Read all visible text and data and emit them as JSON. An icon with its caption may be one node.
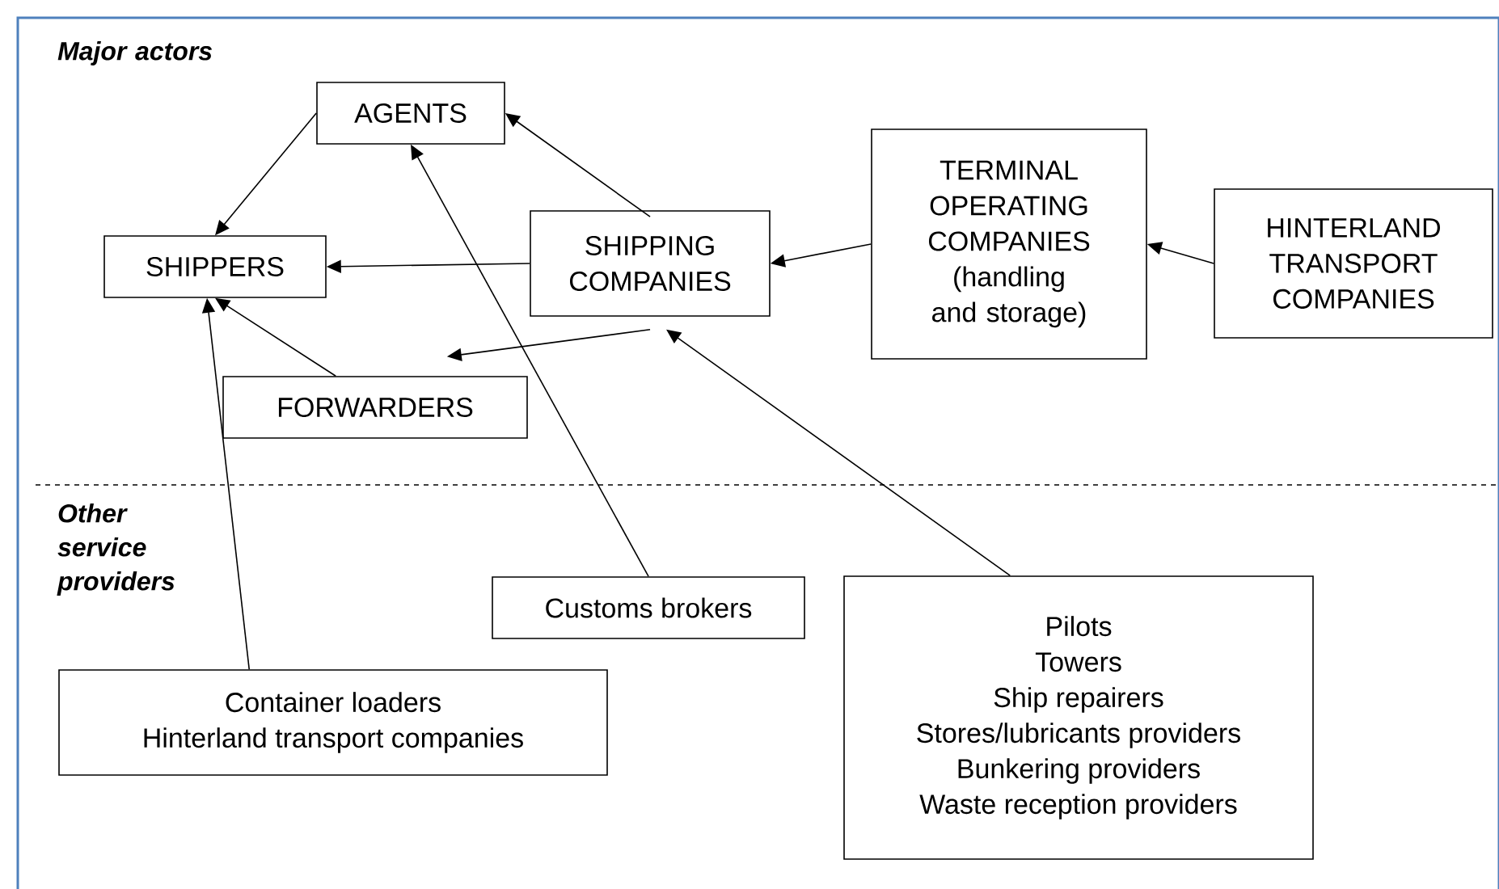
{
  "diagram": {
    "nodes": [
      {
        "text": [
          "AGENTS"
        ]
      },
      {
        "text": [
          "SHIPPERS"
        ]
      },
      {
        "text": [
          "SHIPPING COMPANIES"
        ]
      },
      {
        "text": [
          "TERMINAL OPERATING COMPANIES (handling and storage)"
        ]
      },
      {
        "text": [
          "HINTERLAND TRANSPORT COMPANIES"
        ]
      },
      {
        "text": [
          "FORWARDERS"
        ]
      },
      {
        "text": [
          "Customs brokers"
        ]
      },
      {
        "text": [
          "Container loaders",
          "Hinterland transport companies"
        ]
      },
      {
        "text": [
          "Pilots",
          "Towers",
          "Ship repairers",
          "Stores/lubricants providers",
          "Bunkering providers",
          "Waste reception providers"
        ]
      }
    ],
    "edges": [
      {
        "from": 0,
        "to": 1,
        "arrow": "to"
      },
      {
        "from": 2,
        "to": 0,
        "arrow": "to"
      },
      {
        "from": 2,
        "to": 1,
        "arrow": "to"
      },
      {
        "from": 3,
        "to": 2,
        "arrow": "to"
      },
      {
        "from": 4,
        "to": 3,
        "arrow": "to"
      },
      {
        "from": 5,
        "to": 1,
        "arrow": "to"
      },
      {
        "from": 2,
        "to": 5,
        "arrow": "to"
      },
      {
        "from": 6,
        "to": 0,
        "arrow": "to"
      },
      {
        "from": 7,
        "to": 1,
        "arrow": "to"
      },
      {
        "from": 8,
        "to": 2,
        "arrow": "to"
      }
    ],
    "labels": [
      "Major actors",
      "Other service providers"
    ]
  }
}
